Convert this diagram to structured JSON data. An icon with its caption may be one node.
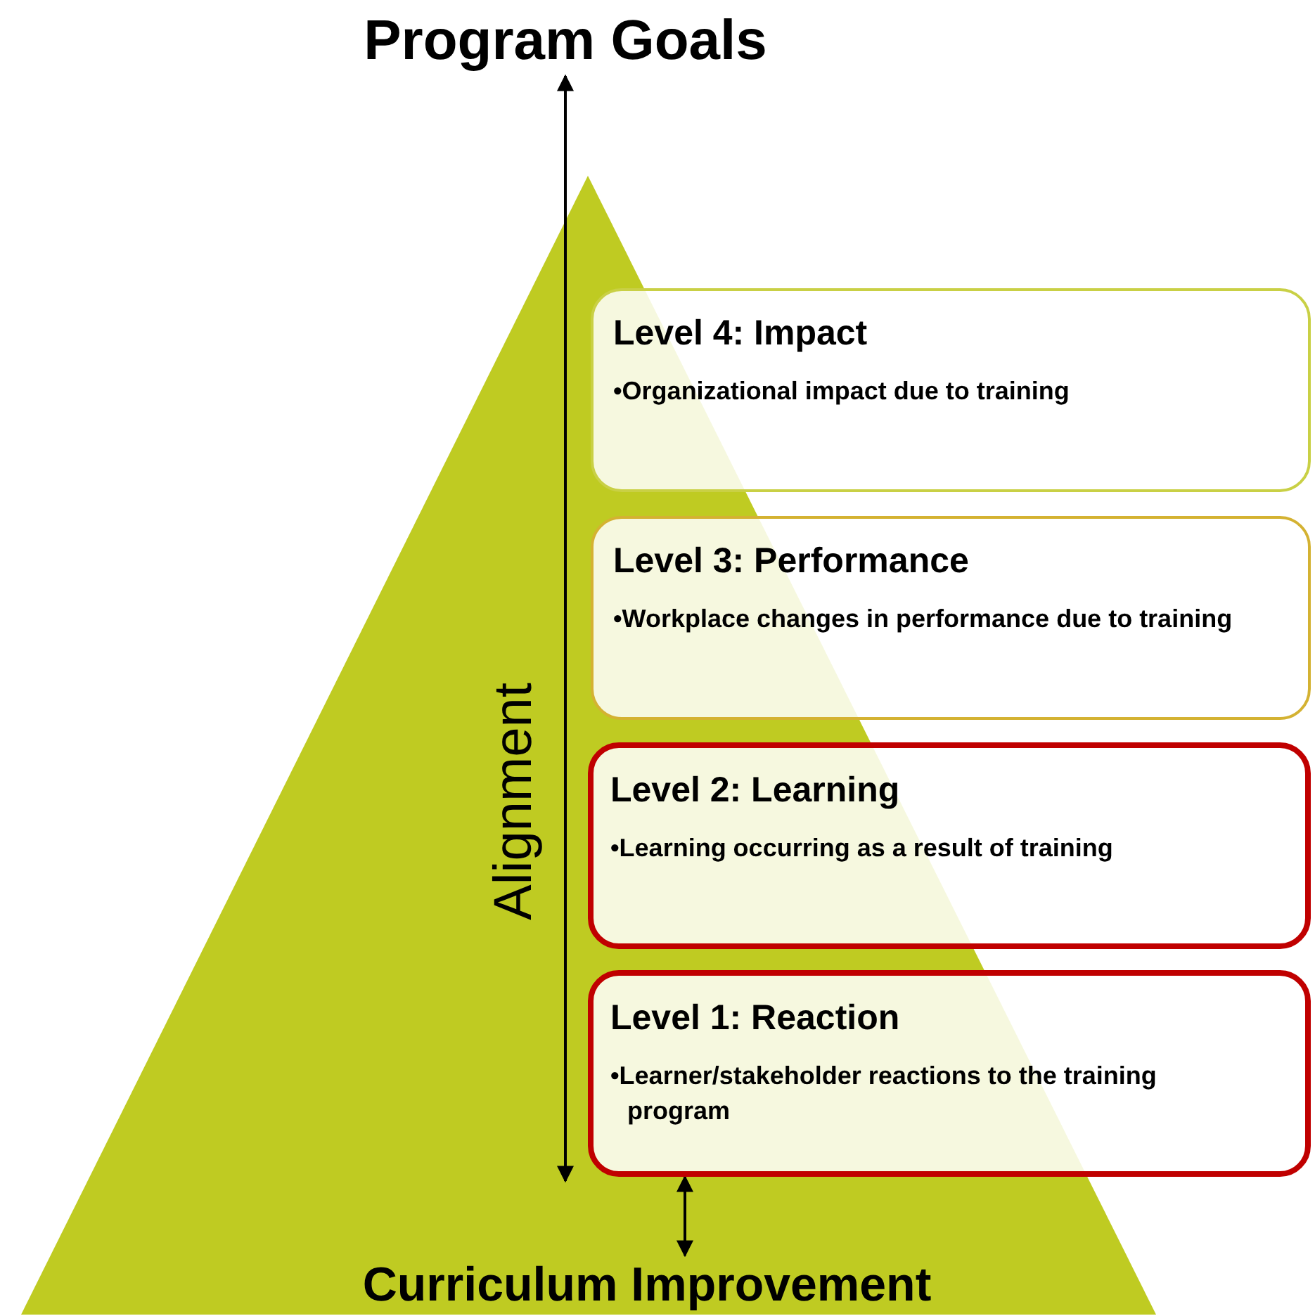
{
  "diagram": {
    "nodes": [
      {
        "text": [
          "Program Goals"
        ]
      },
      {
        "text": [
          "Level 4: Impact",
          "•Organizational impact due to training"
        ]
      },
      {
        "text": [
          "Level 3: Performance",
          "•Workplace changes in performance due to training"
        ]
      },
      {
        "text": [
          "Level 2: Learning",
          "•Learning occurring as a result of training"
        ]
      },
      {
        "text": [
          "Level 1: Reaction",
          "•Learner/stakeholder reactions to the training program"
        ]
      },
      {
        "text": [
          "Curriculum Improvement"
        ]
      }
    ],
    "edges": [
      {
        "from": 0,
        "to": 4,
        "arrow": "both",
        "label": "Alignment"
      },
      {
        "from": 4,
        "to": 5,
        "arrow": "both"
      }
    ]
  }
}
